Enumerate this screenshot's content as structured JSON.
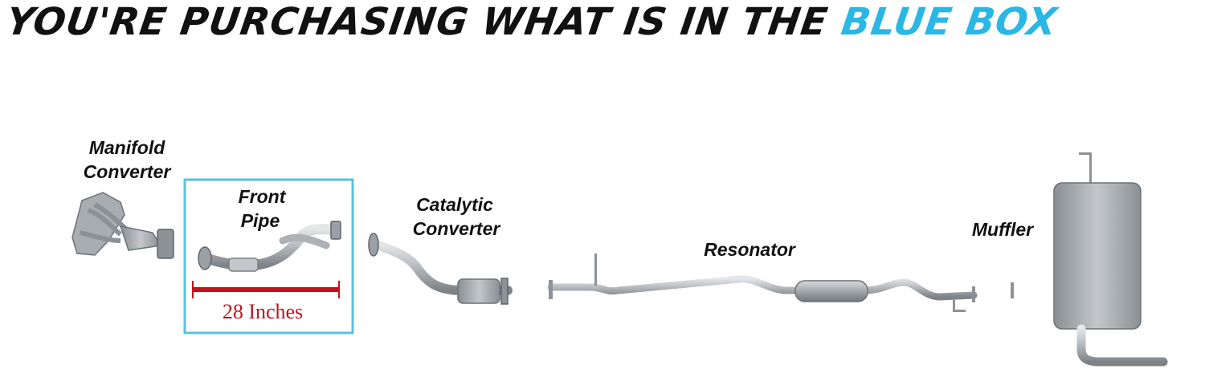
{
  "headline": {
    "prefix": "YOU'RE PURCHASING WHAT IS IN THE",
    "highlight": "BLUE BOX"
  },
  "colors": {
    "highlight_blue": "#2ab7e6",
    "box_border": "#5bc0e0",
    "measure_red": "#c0141c",
    "pipe_metal": "#b4b8bc"
  },
  "parts": {
    "manifold_converter": {
      "line1": "Manifold",
      "line2": "Converter"
    },
    "front_pipe": {
      "line1": "Front",
      "line2": "Pipe",
      "length_label": "28 Inches"
    },
    "catalytic_converter": {
      "line1": "Catalytic",
      "line2": "Converter"
    },
    "resonator": {
      "label": "Resonator"
    },
    "muffler": {
      "label": "Muffler"
    }
  }
}
